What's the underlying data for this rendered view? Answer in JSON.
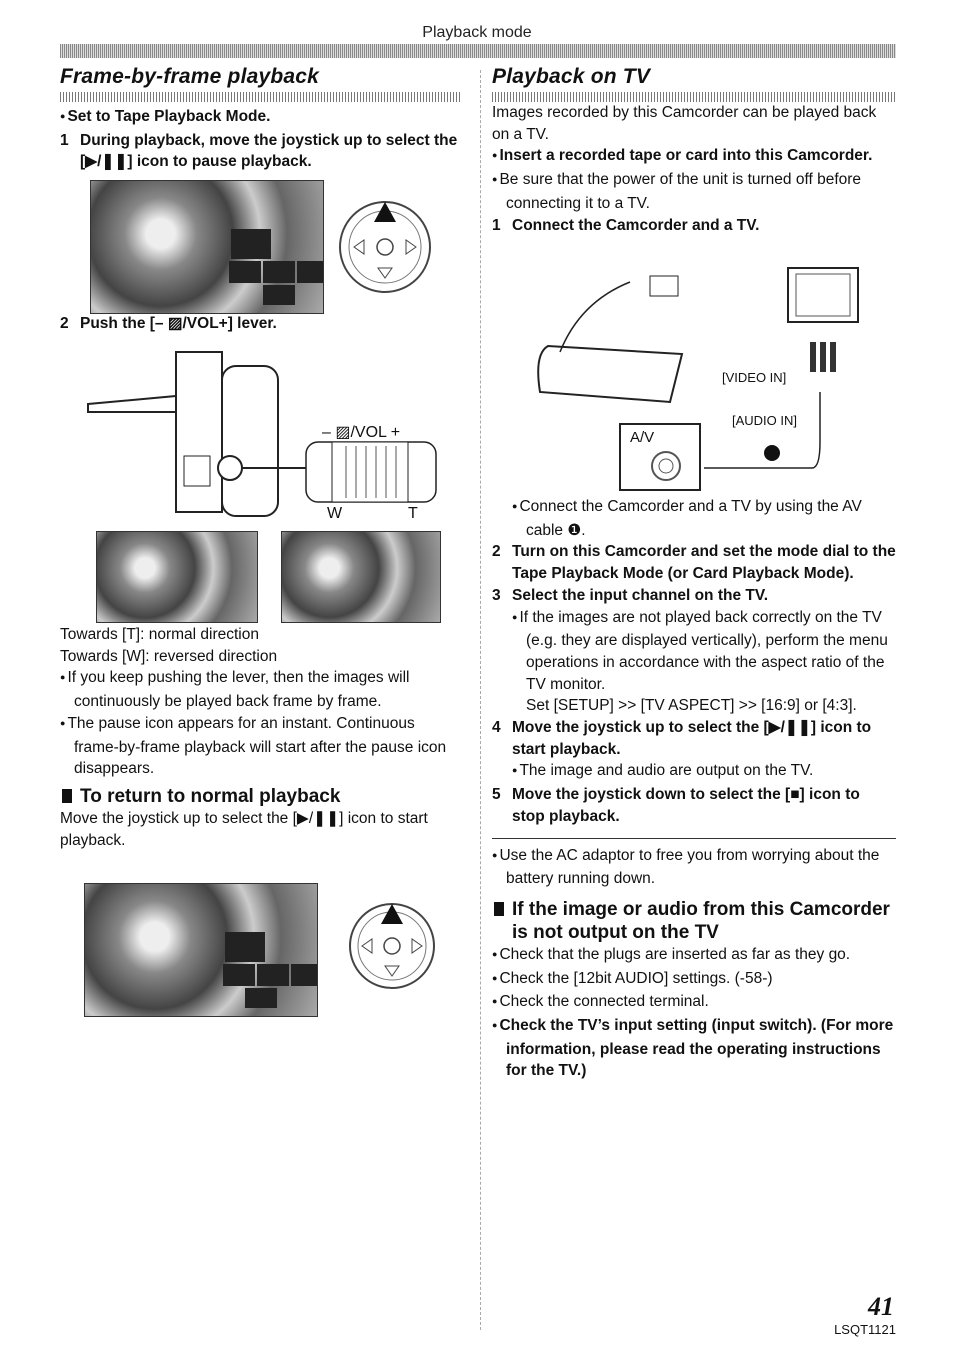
{
  "header": {
    "title": "Playback mode"
  },
  "left": {
    "title": "Frame-by-frame playback",
    "set_mode": "Set to Tape Playback Mode.",
    "step1_num": "1",
    "step1": "During playback, move the joystick up to select the [▶/❚❚] icon to pause playback.",
    "step2_num": "2",
    "step2": "Push the [– ▨/VOL+] lever.",
    "lever_label": "– ▨/VOL +",
    "lever_w": "W",
    "lever_t": "T",
    "towards_t": "Towards [T]:   normal direction",
    "towards_w": "Towards [W]:  reversed direction",
    "bullet1": "If you keep pushing the lever, then the images will continuously be played back frame by frame.",
    "bullet2": "The pause icon appears for an instant. Continuous frame-by-frame playback will start after the pause icon disappears.",
    "return_title": "To return to normal playback",
    "return_text": "Move the joystick up to select the [▶/❚❚] icon to start playback."
  },
  "right": {
    "title": "Playback on TV",
    "intro": "Images recorded by this Camcorder can be played back on a TV.",
    "insert": "Insert a recorded tape or card into this Camcorder.",
    "power": "Be sure that the power of the unit is turned off before connecting it to a TV.",
    "step1_num": "1",
    "step1": "Connect the Camcorder and a TV.",
    "video_in": "[VIDEO IN]",
    "audio_in": "[AUDIO IN]",
    "av": "A/V",
    "connect": "Connect the Camcorder and a TV by using the AV cable ❶.",
    "step2_num": "2",
    "step2": "Turn on this Camcorder and set the mode dial to the Tape Playback Mode (or Card Playback Mode).",
    "step3_num": "3",
    "step3": "Select the input channel on the TV.",
    "step3_bullet": "If the images are not played back correctly on the TV (e.g. they are displayed vertically), perform the menu operations in accordance with the aspect ratio of the TV monitor.",
    "step3_set": "Set [SETUP] >> [TV ASPECT] >> [16:9] or [4:3].",
    "step4_num": "4",
    "step4": "Move the joystick up to select the [▶/❚❚] icon to start playback.",
    "step4_bullet": "The image and audio are output on the TV.",
    "step5_num": "5",
    "step5": "Move the joystick down to select the [■] icon to stop playback.",
    "ac": "Use the AC adaptor to free you from worrying about the battery running down.",
    "trouble_title": "If the image or audio from this Camcorder is not output on the TV",
    "t1": "Check that the plugs are inserted as far as they go.",
    "t2": "Check the [12bit AUDIO] settings. (-58-)",
    "t3": "Check the connected terminal.",
    "t4": "Check the TV’s input setting (input switch). (For more information, please read the operating instructions for the TV.)"
  },
  "footer": {
    "page": "41",
    "code": "LSQT1121"
  }
}
